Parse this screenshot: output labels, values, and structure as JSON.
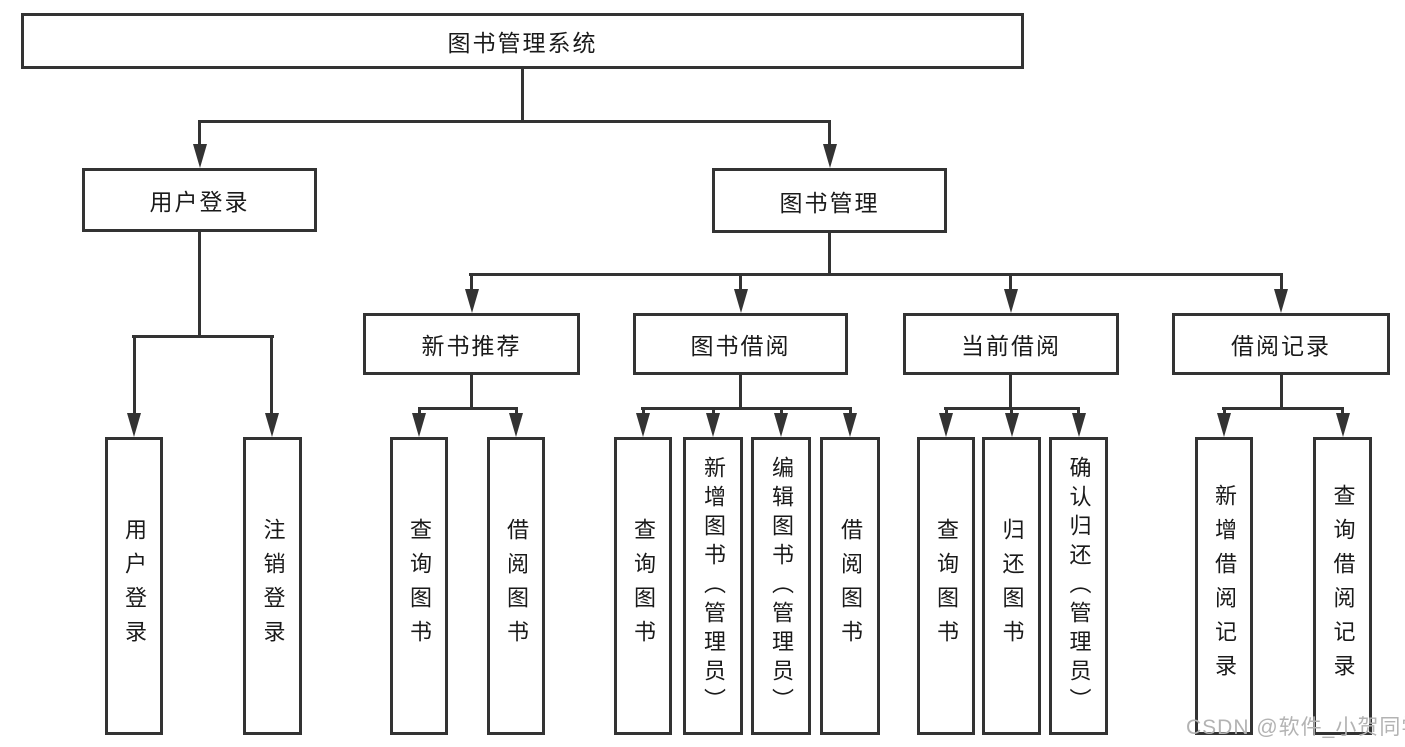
{
  "tree": {
    "root": {
      "label": "图书管理系统"
    },
    "branches": [
      {
        "label": "用户登录",
        "leaves": [
          "用户登录",
          "注销登录"
        ]
      },
      {
        "label": "图书管理",
        "groups": [
          {
            "label": "新书推荐",
            "leaves": [
              "查询图书",
              "借阅图书"
            ]
          },
          {
            "label": "图书借阅",
            "leaves": [
              "查询图书",
              "新增图书（管理员）",
              "编辑图书（管理员）",
              "借阅图书"
            ]
          },
          {
            "label": "当前借阅",
            "leaves": [
              "查询图书",
              "归还图书",
              "确认归还（管理员）"
            ]
          },
          {
            "label": "借阅记录",
            "leaves": [
              "新增借阅记录",
              "查询借阅记录"
            ]
          }
        ]
      }
    ]
  },
  "watermark": {
    "text": "CSDN @软件_小贺同学",
    "color": "#b3b3b3"
  },
  "colors": {
    "line": "#333333",
    "box_border": "#333333",
    "box_fill": "#ffffff",
    "text": "#1a1a1a",
    "background": "#ffffff"
  }
}
